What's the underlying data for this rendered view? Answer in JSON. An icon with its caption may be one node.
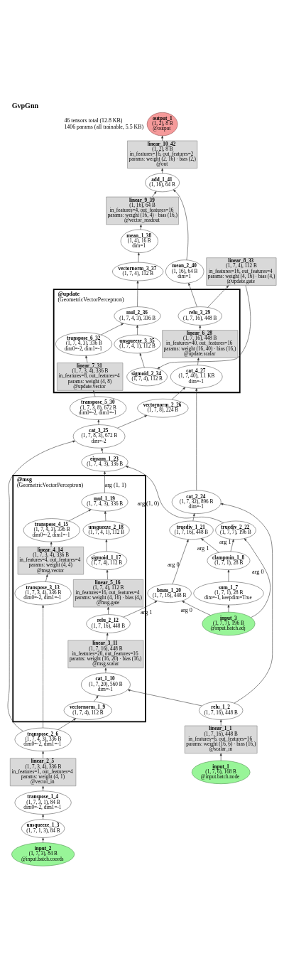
{
  "diagram": {
    "title": "GvpGnn",
    "nodes": [
      {
        "text": [
          "output_1",
          "(1, 2), 8 B",
          "@output"
        ]
      },
      {
        "text": [
          "linear_10_42",
          "(1, 2), 8 B",
          "in_features=16, out_features=2",
          "params: weight (2, 16) · bias (2,)",
          "@out"
        ]
      },
      {
        "text": [
          "add_1_41",
          "(1, 16), 64 B"
        ]
      },
      {
        "text": [
          "linear_9_39",
          "(1, 16), 64 B",
          "in_features=4, out_features=16",
          "params: weight (16, 4) · bias (16,)",
          "@vector_readout"
        ]
      },
      {
        "text": [
          "mean_1_38",
          "(1, 4), 16 B",
          "dim=1"
        ]
      },
      {
        "text": [
          "linear_8_33",
          "(1, 7, 4), 112 B",
          "in_features=16, out_features=4",
          "params: weight (4, 16) · bias (4,)",
          "@update.gate"
        ]
      },
      {
        "text": [
          "mean_2_40",
          "(1, 16), 64 B",
          "dim=1"
        ]
      },
      {
        "text": [
          "vectornorm_3_37",
          "(1, 7, 4), 112 B"
        ]
      },
      {
        "text": [
          "@update",
          "(GeometricVectorPerceptron)"
        ]
      },
      {
        "text": [
          "relu_3_29",
          "(1, 7, 16), 448 B"
        ],
        "in": 8
      },
      {
        "text": [
          "mul_2_36",
          "(1, 7, 4, 3), 336 B"
        ],
        "in": 8
      },
      {
        "text": [
          "linear_6_28",
          "(1, 7, 16), 448 B",
          "in_features=40, out_features=16",
          "params: weight (16, 40) · bias (16,)",
          "@update.scalar"
        ],
        "in": 8
      },
      {
        "text": [
          "transpose_6_32",
          "(1, 7, 4, 3), 336 B",
          "dim0=-2, dim1=-1"
        ],
        "in": 8
      },
      {
        "text": [
          "unsqueeze_3_35",
          "(1, 7, 4, 1), 112 B"
        ],
        "in": 8
      },
      {
        "text": [
          "cat_4_27",
          "(1, 7, 40), 1.1 KB",
          "dim=-1"
        ],
        "in": 8
      },
      {
        "text": [
          "linear_7_31",
          "(1, 7, 3, 4), 336 B",
          "in_features=8, out_features=4",
          "params: weight (4, 8)",
          "@update.vector"
        ],
        "in": 8
      },
      {
        "text": [
          "sigmoid_2_34",
          "(1, 7, 4), 112 B"
        ],
        "in": 8
      },
      {
        "text": [
          "vectornorm_2_26",
          "(1, 7, 8), 224 B"
        ]
      },
      {
        "text": [
          "transpose_5_30",
          "(1, 7, 3, 8), 672 B",
          "dim0=-2, dim1=-1"
        ]
      },
      {
        "text": [
          "cat_3_25",
          "(1, 7, 8, 3), 672 B",
          "dim=-2"
        ]
      },
      {
        "text": [
          "cat_2_24",
          "(1, 7, 32), 896 B",
          "dim=-1"
        ]
      },
      {
        "text": [
          "einsum_1_23",
          "(1, 7, 4, 3), 336 B"
        ]
      },
      {
        "text": [
          "@msg",
          "(GeometricVectorPerceptron)"
        ]
      },
      {
        "text": [
          "truediv_1_21",
          "(1, 7, 16), 448 B"
        ]
      },
      {
        "text": [
          "truediv_2_22",
          "(1, 7, 7), 196 B"
        ]
      },
      {
        "text": [
          "mul_1_19",
          "(1, 7, 4, 3), 336 B"
        ],
        "in": 22
      },
      {
        "text": [
          "clampmin_1_8",
          "(1, 7, 1), 28 B"
        ]
      },
      {
        "text": [
          "unsqueeze_2_18",
          "(1, 7, 4, 1), 112 B"
        ],
        "in": 22
      },
      {
        "text": [
          "transpose_4_15",
          "(1, 7, 4, 3), 336 B",
          "dim0=-2, dim1=-1"
        ],
        "in": 22
      },
      {
        "text": [
          "sum_1_7",
          "(1, 7, 1), 28 B",
          "dim=-1, keepdim=True"
        ]
      },
      {
        "text": [
          "bmm_1_20",
          "(1, 7, 16), 448 B"
        ]
      },
      {
        "text": [
          "sigmoid_1_17",
          "(1, 7, 4), 112 B"
        ],
        "in": 22
      },
      {
        "text": [
          "linear_4_14",
          "(1, 7, 3, 4), 336 B",
          "in_features=4, out_features=4",
          "params: weight (4, 4)",
          "@msg.vector"
        ],
        "in": 22
      },
      {
        "text": [
          "input_3",
          "(1, 7, 7), 196 B",
          "@input.batch.adj"
        ]
      },
      {
        "text": [
          "linear_5_16",
          "(1, 7, 4), 112 B",
          "in_features=16, out_features=4",
          "params: weight (4, 16) · bias (4,)",
          "@msg.gate"
        ],
        "in": 22
      },
      {
        "text": [
          "transpose_3_13",
          "(1, 7, 3, 4), 336 B",
          "dim0=-2, dim1=-1"
        ],
        "in": 22
      },
      {
        "text": [
          "relu_2_12",
          "(1, 7, 16), 448 B"
        ],
        "in": 22
      },
      {
        "text": [
          "linear_3_11",
          "(1, 7, 16), 448 B",
          "in_features=20, out_features=16",
          "params: weight (16, 20) · bias (16,)",
          "@msg.scalar"
        ],
        "in": 22
      },
      {
        "text": [
          "cat_1_10",
          "(1, 7, 20), 560 B",
          "dim=-1"
        ],
        "in": 22
      },
      {
        "text": [
          "relu_1_2",
          "(1, 7, 16), 448 B"
        ]
      },
      {
        "text": [
          "vectornorm_1_9",
          "(1, 7, 4), 112 B"
        ],
        "in": 22
      },
      {
        "text": [
          "linear_1_1",
          "(1, 7, 16), 448 B",
          "in_features=6, out_features=16",
          "params: weight (16, 6) · bias (16,)",
          "@scalar_in"
        ]
      },
      {
        "text": [
          "transpose_2_6",
          "(1, 7, 4, 3), 336 B",
          "dim0=-2, dim1=-1"
        ]
      },
      {
        "text": [
          "linear_2_5",
          "(1, 7, 3, 4), 336 B",
          "in_features=1, out_features=4",
          "params: weight (4, 1)",
          "@vector_in"
        ]
      },
      {
        "text": [
          "input_1",
          "(1, 7, 6), 168 B",
          "@input.batch.node"
        ]
      },
      {
        "text": [
          "transpose_1_4",
          "(1, 7, 3, 1), 84 B",
          "dim0=-2, dim1=-1"
        ]
      },
      {
        "text": [
          "unsqueeze_1_3",
          "(1, 7, 1, 3), 84 B"
        ]
      },
      {
        "text": [
          "input_2",
          "(1, 7, 3), 84 B",
          "@input.batch.coords"
        ]
      }
    ],
    "edges": [
      {
        "from": 1,
        "to": 0,
        "arrow": "to"
      },
      {
        "from": 2,
        "to": 1,
        "arrow": "to"
      },
      {
        "from": 6,
        "to": 2,
        "arrow": "to"
      },
      {
        "from": 3,
        "to": 2,
        "arrow": "to"
      },
      {
        "from": 4,
        "to": 3,
        "arrow": "to"
      },
      {
        "from": 7,
        "to": 4,
        "arrow": "to"
      },
      {
        "from": 9,
        "to": 6,
        "arrow": "to"
      },
      {
        "from": 9,
        "to": 5,
        "arrow": "to"
      },
      {
        "from": 10,
        "to": 7,
        "arrow": "to"
      },
      {
        "from": 5,
        "to": 16,
        "arrow": "to"
      },
      {
        "from": 12,
        "to": 10,
        "arrow": "to"
      },
      {
        "from": 13,
        "to": 10,
        "arrow": "to"
      },
      {
        "from": 11,
        "to": 9,
        "arrow": "to"
      },
      {
        "from": 16,
        "to": 13,
        "arrow": "to"
      },
      {
        "from": 15,
        "to": 12,
        "arrow": "to"
      },
      {
        "from": 14,
        "to": 11,
        "arrow": "to"
      },
      {
        "from": 17,
        "to": 14,
        "arrow": "to"
      },
      {
        "from": 20,
        "to": 14,
        "arrow": "to"
      },
      {
        "from": 18,
        "to": 15,
        "arrow": "to"
      },
      {
        "from": 19,
        "to": 18,
        "arrow": "to"
      },
      {
        "from": 19,
        "to": 17,
        "arrow": "to"
      },
      {
        "from": 21,
        "to": 19,
        "arrow": "to"
      },
      {
        "from": 42,
        "to": 19,
        "arrow": "to"
      },
      {
        "from": 23,
        "to": 20,
        "arrow": "to"
      },
      {
        "from": 39,
        "to": 20,
        "arrow": "to"
      },
      {
        "from": 24,
        "to": 21,
        "arrow": "to",
        "label": "arg (1, 0)"
      },
      {
        "from": 25,
        "to": 21,
        "arrow": "to",
        "label": "arg (1, 1)"
      },
      {
        "from": 27,
        "to": 25,
        "arrow": "to"
      },
      {
        "from": 28,
        "to": 25,
        "arrow": "to"
      },
      {
        "from": 30,
        "to": 23,
        "arrow": "to",
        "label": "arg 0"
      },
      {
        "from": 26,
        "to": 23,
        "arrow": "to",
        "label": "arg 1"
      },
      {
        "from": 33,
        "to": 24,
        "arrow": "to",
        "label": "arg 0"
      },
      {
        "from": 26,
        "to": 24,
        "arrow": "to",
        "label": "arg 1"
      },
      {
        "from": 29,
        "to": 26,
        "arrow": "to"
      },
      {
        "from": 33,
        "to": 29,
        "arrow": "to"
      },
      {
        "from": 33,
        "to": 30,
        "arrow": "to",
        "label": "arg 0"
      },
      {
        "from": 36,
        "to": 30,
        "arrow": "to",
        "label": "arg 1"
      },
      {
        "from": 31,
        "to": 27,
        "arrow": "to"
      },
      {
        "from": 34,
        "to": 31,
        "arrow": "to"
      },
      {
        "from": 36,
        "to": 34,
        "arrow": "to"
      },
      {
        "from": 32,
        "to": 28,
        "arrow": "to"
      },
      {
        "from": 35,
        "to": 32,
        "arrow": "to"
      },
      {
        "from": 42,
        "to": 35,
        "arrow": "to"
      },
      {
        "from": 37,
        "to": 36,
        "arrow": "to"
      },
      {
        "from": 38,
        "to": 37,
        "arrow": "to"
      },
      {
        "from": 39,
        "to": 38,
        "arrow": "to"
      },
      {
        "from": 40,
        "to": 38,
        "arrow": "to"
      },
      {
        "from": 42,
        "to": 40,
        "arrow": "to"
      },
      {
        "from": 41,
        "to": 39,
        "arrow": "to"
      },
      {
        "from": 44,
        "to": 41,
        "arrow": "to"
      },
      {
        "from": 43,
        "to": 42,
        "arrow": "to"
      },
      {
        "from": 45,
        "to": 43,
        "arrow": "to"
      },
      {
        "from": 46,
        "to": 45,
        "arrow": "to"
      },
      {
        "from": 47,
        "to": 46,
        "arrow": "to"
      }
    ],
    "labels": [
      "46 tensors total (12.8 KB)",
      "1406 params (all trainable, 5.5 KB)"
    ]
  }
}
